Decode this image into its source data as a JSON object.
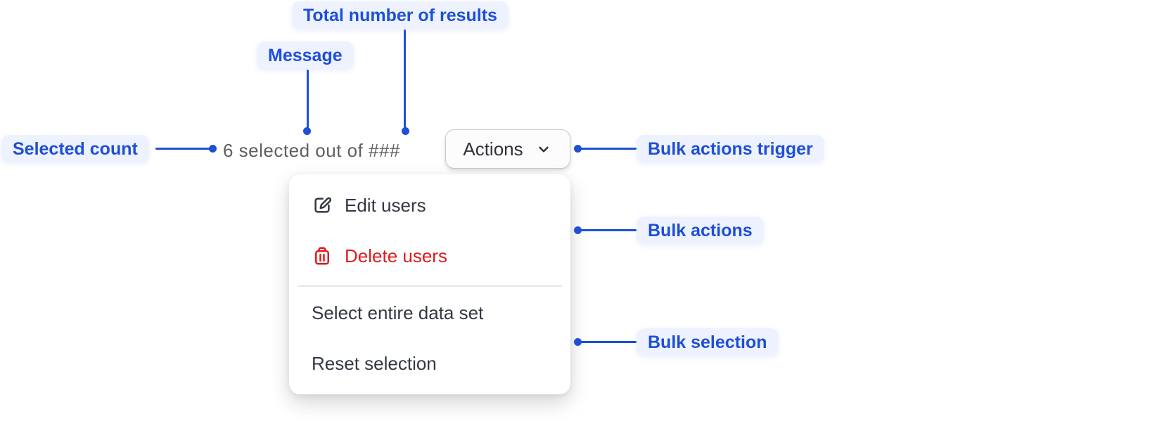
{
  "annotations": {
    "total_results": {
      "label": "Total number of results"
    },
    "message": {
      "label": "Message"
    },
    "selected_count": {
      "label": "Selected count"
    },
    "bulk_actions_trigger": {
      "label": "Bulk actions trigger"
    },
    "bulk_actions": {
      "label": "Bulk actions"
    },
    "bulk_selection": {
      "label": "Bulk selection"
    }
  },
  "toolbar": {
    "selection_message": "6 selected out of ###",
    "selected_count_value": "6",
    "total_results_placeholder": "###",
    "actions_button_label": "Actions"
  },
  "bulk_actions_menu": {
    "items": [
      {
        "label": "Edit users",
        "icon": "edit-icon",
        "variant": "default"
      },
      {
        "label": "Delete users",
        "icon": "trash-icon",
        "variant": "danger"
      },
      {
        "label": "Select entire data set",
        "icon": "none",
        "variant": "default"
      },
      {
        "label": "Reset selection",
        "icon": "none",
        "variant": "default"
      }
    ]
  },
  "colors": {
    "annotation_blue": "#1e4fd9",
    "annotation_pill_bg": "#edf2fe",
    "danger_red": "#e01b1b",
    "menu_text": "#333843",
    "message_gray": "#5d5f63"
  }
}
